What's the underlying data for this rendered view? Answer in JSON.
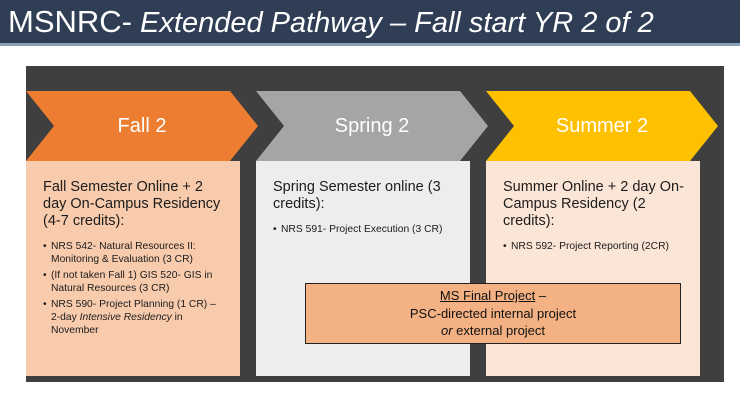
{
  "title": {
    "main": "MSNRC-",
    "sub": " Extended Pathway – Fall start YR 2 of 2"
  },
  "colors": {
    "title_bar": "#2f3e55",
    "panel": "#3f3f3f",
    "fall": "#ed7d31",
    "spring": "#a5a5a5",
    "summer": "#ffc000",
    "fall_box": "#f8cbad",
    "spring_box": "#ededed",
    "summer_box": "#fbe5d6",
    "project_box": "#f4b183"
  },
  "columns": [
    {
      "label": "Fall 2",
      "heading": "Fall Semester Online + 2 day On-Campus Residency (4-7 credits):",
      "bullets": [
        {
          "text": "NRS 542- Natural Resources II: Monitoring & Evaluation (3 CR)"
        },
        {
          "text": "(If not taken Fall 1) GIS 520- GIS in Natural Resources (3 CR)"
        },
        {
          "pre": "NRS 590- Project Planning (1 CR) – 2-day ",
          "em": "Intensive Residency",
          "post": " in November"
        }
      ]
    },
    {
      "label": "Spring 2",
      "heading": "Spring Semester online (3 credits):",
      "bullets": [
        {
          "text": "NRS 591- Project Execution (3 CR)"
        }
      ]
    },
    {
      "label": "Summer 2",
      "heading": "Summer Online + 2 day On-Campus Residency (2 credits):",
      "bullets": [
        {
          "text": "NRS 592- Project Reporting (2CR)"
        }
      ]
    }
  ],
  "project": {
    "title": "MS Final Project",
    "dash": " –",
    "line2": "PSC-directed internal project",
    "or": "or",
    "line3": " external project"
  }
}
